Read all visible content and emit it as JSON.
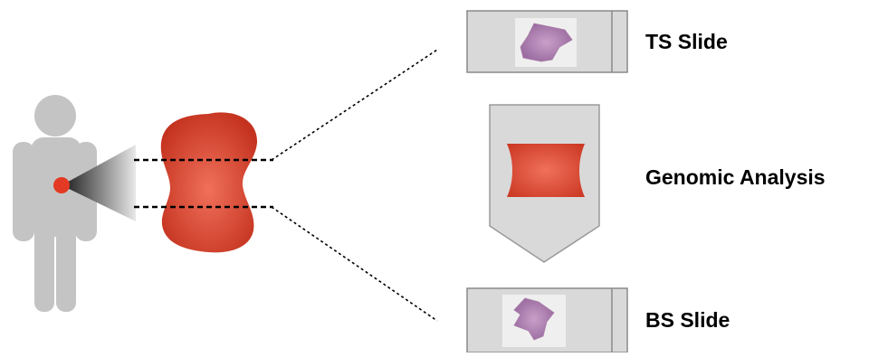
{
  "labels": {
    "top_slide": "TS Slide",
    "analysis": "Genomic Analysis",
    "bottom_slide": "BS Slide"
  },
  "colors": {
    "person": "#c4c4c4",
    "tumor": "#cc3a25",
    "tumor_center": "#f0705a",
    "slide_frame": "#d9d9d9",
    "slide_border": "#8a8a8a",
    "tissue": "#a574a8",
    "dashed_line": "#000000"
  }
}
